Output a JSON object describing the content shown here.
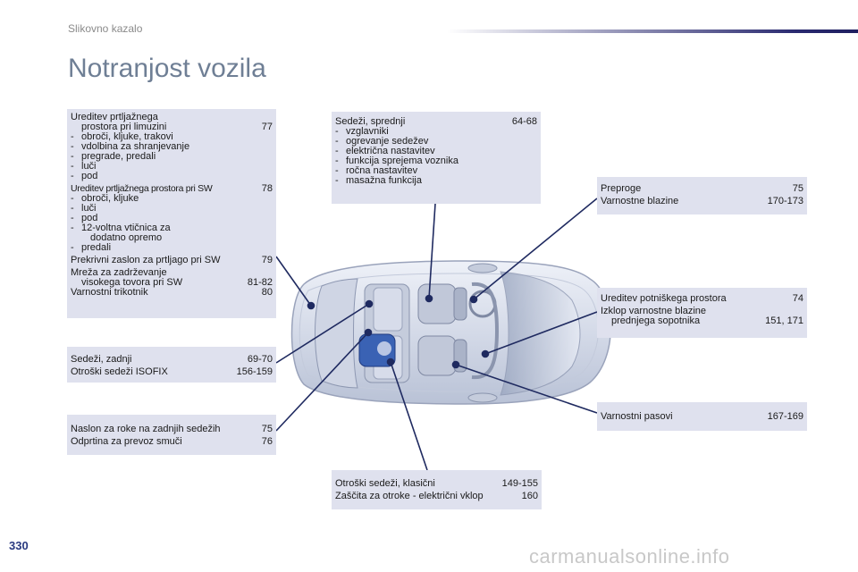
{
  "header": {
    "section": "Slikovno kazalo",
    "title": "Notranjost vozila"
  },
  "boxes": {
    "trunk": {
      "title_l1": "Ureditev prtljažnega",
      "title_l2": "prostora pri limuzini",
      "title_page": "77",
      "b1": [
        "obroči, kljuke, trakovi",
        "vdolbina za shranjevanje",
        "pregrade, predali",
        "luči",
        "pod"
      ],
      "sw_title": "Ureditev prtljažnega prostora pri SW",
      "sw_page": "78",
      "b2": [
        "obroči, kljuke",
        "luči",
        "pod",
        "12-voltna vtičnica za"
      ],
      "b2_cont": "dodatno opremo",
      "b2_last": "predali",
      "cover": "Prekrivni zaslon za prtljago pri SW",
      "cover_page": "79",
      "net_l1": "Mreža za zadrževanje",
      "net_l2": "visokega tovora pri SW",
      "net_page": "81-82",
      "triangle": "Varnostni trikotnik",
      "triangle_page": "80"
    },
    "rear": {
      "l1": "Sedeži, zadnji",
      "p1": "69-70",
      "l2": "Otroški sedeži ISOFIX",
      "p2": "156-159"
    },
    "armrest": {
      "l1": "Naslon za roke na zadnjih sedežih",
      "p1": "75",
      "l2": "Odprtina za prevoz smuči",
      "p2": "76"
    },
    "front": {
      "title": "Sedeži, sprednji",
      "page": "64-68",
      "items": [
        "vzglavniki",
        "ogrevanje sedežev",
        "električna nastavitev",
        "funkcija sprejema voznika",
        "ročna nastavitev",
        "masažna funkcija"
      ]
    },
    "mats": {
      "l1": "Preproge",
      "p1": "75",
      "l2": "Varnostne blazine",
      "p2": "170-173"
    },
    "passenger": {
      "l1": "Ureditev potniškega prostora",
      "p1": "74",
      "l2a": "Izklop varnostne blazine",
      "l2b": "prednjega sopotnika",
      "p2": "151, 171"
    },
    "belts": {
      "l1": "Varnostni pasovi",
      "p1": "167-169"
    },
    "child": {
      "l1": "Otroški sedeži, klasični",
      "p1": "149-155",
      "l2": "Zaščita za otroke - električni vklop",
      "p2": "160"
    }
  },
  "bullet_dash": "-",
  "footer": {
    "page_number": "330",
    "watermark": "carmanualsonline.info"
  },
  "colors": {
    "box_bg": "#dfe1ee",
    "leader_line": "#1f2a60",
    "title": "#6f7f95"
  }
}
